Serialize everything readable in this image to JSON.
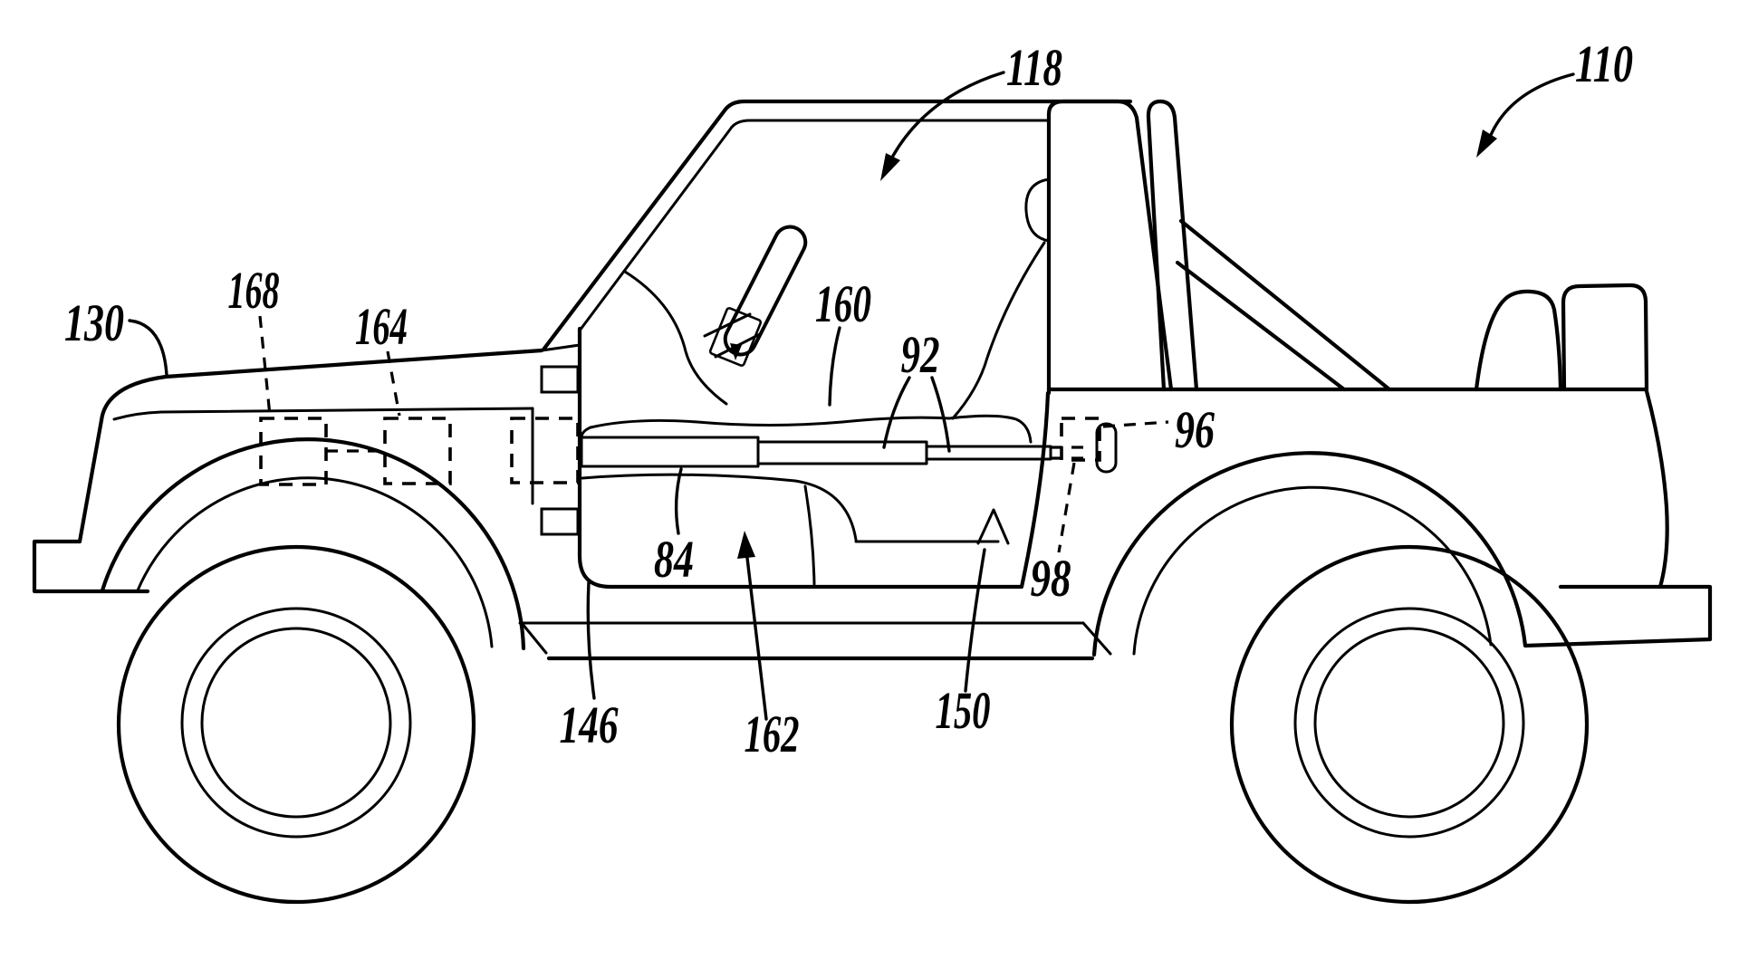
{
  "figure": {
    "kind": "patent line drawing",
    "subject": "open-top utility vehicle, left side view",
    "background_color": "#ffffff",
    "line_color": "#000000"
  },
  "reference_labels": {
    "l110": {
      "text": "110",
      "leader": "curved-arrow"
    },
    "l118": {
      "text": "118",
      "leader": "curved-arrow"
    },
    "l130": {
      "text": "130",
      "leader": "curved-line"
    },
    "l168": {
      "text": "168",
      "leader": "dashed-line"
    },
    "l164": {
      "text": "164",
      "leader": "dashed-line"
    },
    "l160": {
      "text": "160",
      "leader": "line"
    },
    "l92": {
      "text": "92",
      "leader": "two-lines"
    },
    "l96": {
      "text": "96",
      "leader": "dashed-line"
    },
    "l98": {
      "text": "98",
      "leader": "dashed-line"
    },
    "l84": {
      "text": "84",
      "leader": "line"
    },
    "l146": {
      "text": "146",
      "leader": "line"
    },
    "l162": {
      "text": "162",
      "leader": "arrow"
    },
    "l150": {
      "text": "150",
      "leader": "line"
    }
  }
}
